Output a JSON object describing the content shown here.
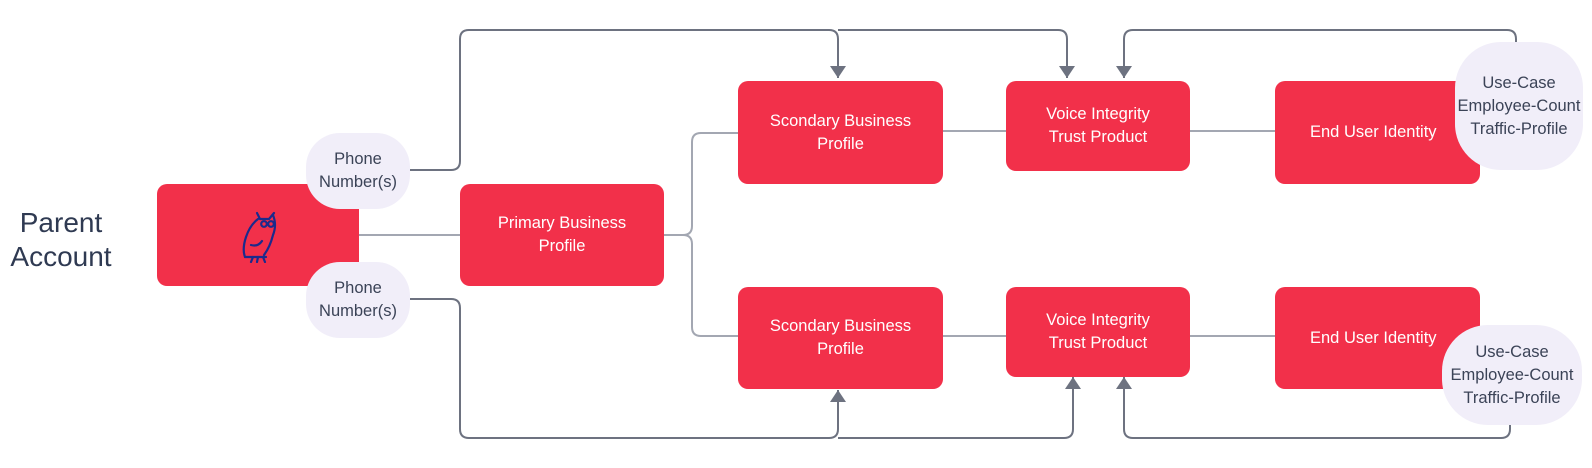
{
  "parent_account": {
    "label": "Parent\nAccount",
    "icon": "owl-icon"
  },
  "phone_numbers": {
    "top": "Phone\nNumber(s)",
    "bottom": "Phone\nNumber(s)"
  },
  "primary_profile": "Primary Business\nProfile",
  "branches": [
    {
      "secondary_profile": "Scondary Business\nProfile",
      "trust_product": "Voice Integrity\nTrust Product",
      "end_user": "End User Identity",
      "attributes": "Use-Case\nEmployee-Count\nTraffic-Profile"
    },
    {
      "secondary_profile": "Scondary Business\nProfile",
      "trust_product": "Voice Integrity\nTrust Product",
      "end_user": "End User Identity",
      "attributes": "Use-Case\nEmployee-Count\nTraffic-Profile"
    }
  ],
  "colors": {
    "box": "#f2304a",
    "bubble": "#f1eef9",
    "connector": "#a3a7b2",
    "arrow": "#6d7280",
    "owl": "#1b2a8c"
  }
}
